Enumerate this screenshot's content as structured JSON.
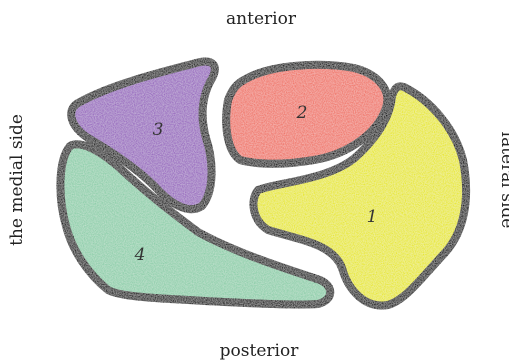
{
  "labels": {
    "anterior": "anterior",
    "posterior": "posterior",
    "medial": "the medial side",
    "lateral": "lateral side"
  },
  "regions": [
    {
      "number": "1",
      "color": "#e8e82a"
    },
    {
      "number": "2",
      "color": "#f0776a"
    },
    {
      "number": "3",
      "color": "#9a6cc0"
    },
    {
      "number": "4",
      "color": "#8fcfab"
    }
  ]
}
